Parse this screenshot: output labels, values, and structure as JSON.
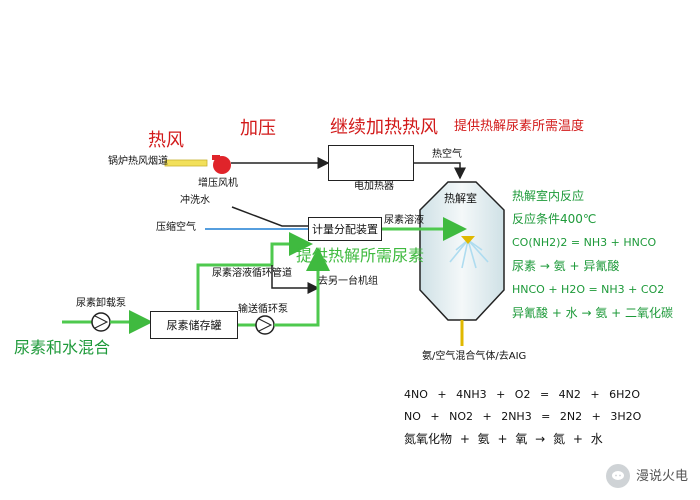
{
  "labels": {
    "hot_air": "热风",
    "pressurize": "加压",
    "continue_heating": "继续加热热风",
    "provide_temp": "提供热解尿素所需温度",
    "boiler_duct": "锅炉热风烟道",
    "booster_fan": "增压风机",
    "hot_air_gas": "热空气",
    "electric_heater": "电加热器",
    "flush_water": "冲洗水",
    "compressed_air": "压缩空气",
    "metering_device": "计量分配装置",
    "urea_solution": "尿素溶液",
    "provide_urea": "提供热解所需尿素",
    "circulation_pipe": "尿素溶液循环管道",
    "other_unit": "去另一台机组",
    "unload_pump": "尿素卸载泵",
    "storage_tank": "尿素储存罐",
    "circ_pump": "输送循环泵",
    "mix_input": "尿素和水混合",
    "pyrolysis_chamber": "热解室",
    "outlet_gas": "氨/空气混合气体/去AIG"
  },
  "reactions_right": {
    "title": "热解室内反应",
    "condition": "反应条件400℃",
    "eq1": "CO(NH2)2 = NH3 + HNCO",
    "eq1_cn": "尿素 → 氨 + 异氰酸",
    "eq2": "HNCO + H2O = NH3 + CO2",
    "eq2_cn": "异氰酸 + 水 → 氨 + 二氧化碳"
  },
  "reactions_bottom": {
    "eq1": "4NO + 4NH3 + O2 = 4N2 + 6H2O",
    "eq2": "NO + NO2 + 2NH3 = 2N2 + 3H2O",
    "eq3": "氮氧化物 + 氨 + 氧 → 氮 + 水"
  },
  "watermark": "漫说火电",
  "colors": {
    "red": "#d21a1a",
    "green": "#1e9a3a",
    "pipe_green": "#4ec94e",
    "water_blue": "#1f7fd4",
    "line_black": "#222222",
    "chamber_bg": "#e8f0f2",
    "chamber_spray": "#aedcf0"
  }
}
